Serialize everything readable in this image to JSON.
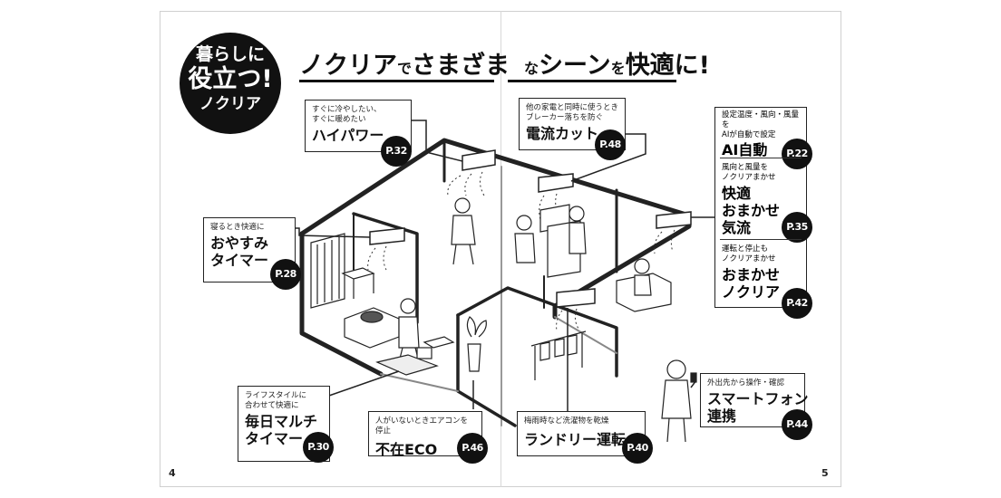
{
  "badge": {
    "line1": "暮らしに",
    "line2": "役立つ!",
    "line3": "ノクリア"
  },
  "title": {
    "part1": "ノクリア",
    "part2": "で",
    "part3": "さまざま",
    "part4": "な",
    "part5": "シーン",
    "part6": "を",
    "part7": "快適に!"
  },
  "callouts": {
    "high_power": {
      "sub1": "すぐに冷やしたい、",
      "sub2": "すぐに暖めたい",
      "name": "ハイパワー",
      "page": "P.32"
    },
    "current_cut": {
      "sub1": "他の家電と同時に使うとき",
      "sub2": "ブレーカー落ちを防ぐ",
      "name": "電流カット",
      "page": "P.48"
    },
    "ai_auto": {
      "sub1": "設定温度・風向・風量を",
      "sub2": "AIが自動で設定",
      "name": "AI自動",
      "page": "P.22"
    },
    "comfort_airflow": {
      "sub1": "風向と風量を",
      "sub2": "ノクリアまかせ",
      "name1": "快適",
      "name2": "おまかせ",
      "name3": "気流",
      "page": "P.35"
    },
    "omakase_nocria": {
      "sub1": "運転と停止も",
      "sub2": "ノクリアまかせ",
      "name1": "おまかせ",
      "name2": "ノクリア",
      "page": "P.42"
    },
    "sleep_timer": {
      "sub1": "寝るとき快適に",
      "name1": "おやすみ",
      "name2": "タイマー",
      "page": "P.28"
    },
    "daily_multi": {
      "sub1": "ライフスタイルに",
      "sub2": "合わせて快適に",
      "name1": "毎日マルチ",
      "name2": "タイマー",
      "page": "P.30"
    },
    "absent_eco": {
      "sub1": "人がいないときエアコンを停止",
      "name": "不在ECO",
      "page": "P.46"
    },
    "laundry": {
      "sub1": "梅雨時など洗濯物を乾燥",
      "name": "ランドリー運転",
      "page": "P.40"
    },
    "smartphone": {
      "sub1": "外出先から操作・確認",
      "name1": "スマートフォン",
      "name2": "連携",
      "page": "P.44"
    }
  },
  "folios": {
    "left": "4",
    "right": "5"
  }
}
